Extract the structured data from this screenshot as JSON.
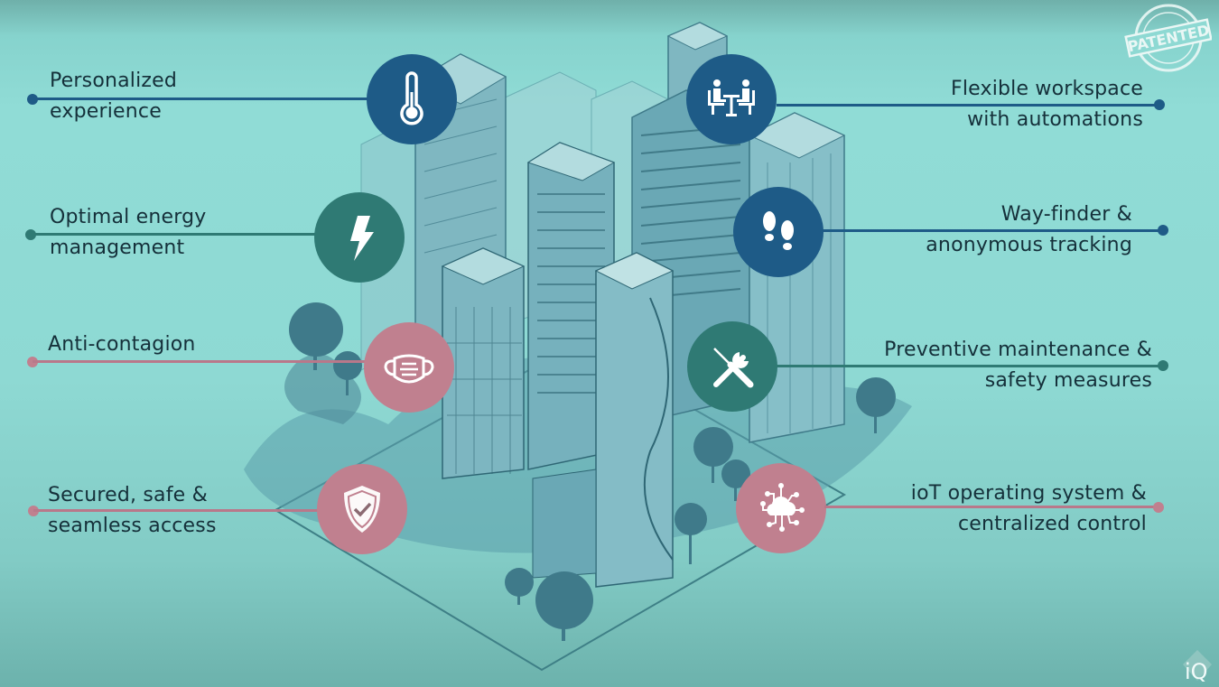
{
  "features": {
    "left": [
      {
        "line1": "Personalized",
        "line2": "experience",
        "icon": "thermometer-icon",
        "color": "#1e5b87"
      },
      {
        "line1": "Optimal energy",
        "line2": "management",
        "icon": "lightning-bolt-icon",
        "color": "#2f7a74"
      },
      {
        "line1": "Anti-contagion",
        "line2": "",
        "icon": "face-mask-icon",
        "color": "#c0808f"
      },
      {
        "line1": "Secured, safe &",
        "line2": "seamless access",
        "icon": "shield-check-icon",
        "color": "#c0808f"
      }
    ],
    "right": [
      {
        "line1": "Flexible workspace",
        "line2": "with automations",
        "icon": "meeting-table-icon",
        "color": "#1e5b87"
      },
      {
        "line1": "Way-finder &",
        "line2": "anonymous tracking",
        "icon": "footprints-icon",
        "color": "#1e5b87"
      },
      {
        "line1": "Preventive maintenance &",
        "line2": "safety measures",
        "icon": "wrench-screwdriver-icon",
        "color": "#2f7a74"
      },
      {
        "line1": "ioT operating system &",
        "line2": "centralized control",
        "icon": "cloud-network-icon",
        "color": "#c0808f"
      }
    ]
  },
  "stamp": {
    "text": "PATENTED",
    "ring_text": "PATENTED"
  },
  "logo": {
    "text": "iQ"
  },
  "colors": {
    "background": "#8ed9d3",
    "navy": "#1e5b87",
    "teal": "#2f7a74",
    "rose": "#c0808f",
    "building": "#5f9fae",
    "text": "#15303a"
  }
}
